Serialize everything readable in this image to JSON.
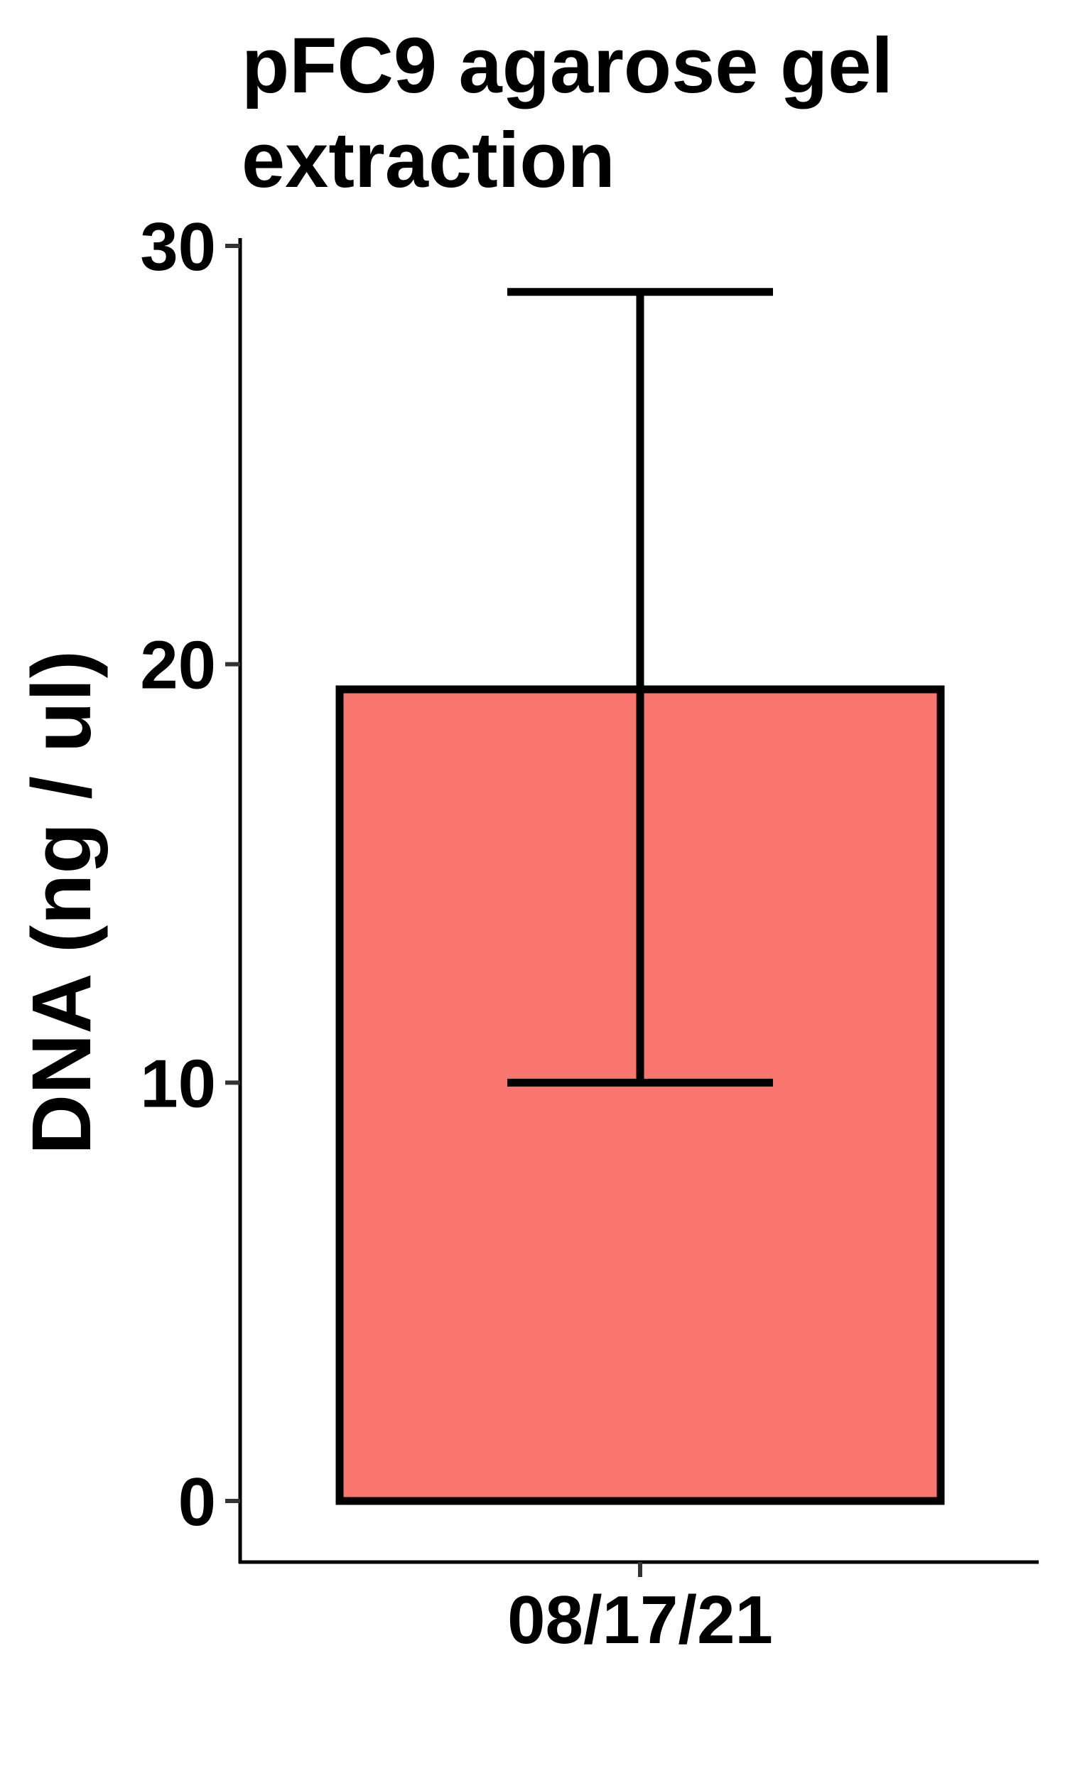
{
  "chart_data": {
    "type": "bar",
    "title_lines": [
      "pFC9 agarose gel",
      "extraction"
    ],
    "xlabel": "",
    "ylabel": "DNA (ng / ul)",
    "categories": [
      "08/17/21"
    ],
    "values": [
      19.4
    ],
    "error_bars": [
      {
        "low": 10.0,
        "high": 28.9
      }
    ],
    "ylim": [
      0,
      30
    ],
    "yticks": [
      "0",
      "10",
      "20",
      "30"
    ],
    "grid": false,
    "legend": "none",
    "colors": {
      "bar_fill": "#F8766D",
      "bar_stroke": "#000000",
      "axis": "#000000",
      "tick": "#333333"
    }
  }
}
